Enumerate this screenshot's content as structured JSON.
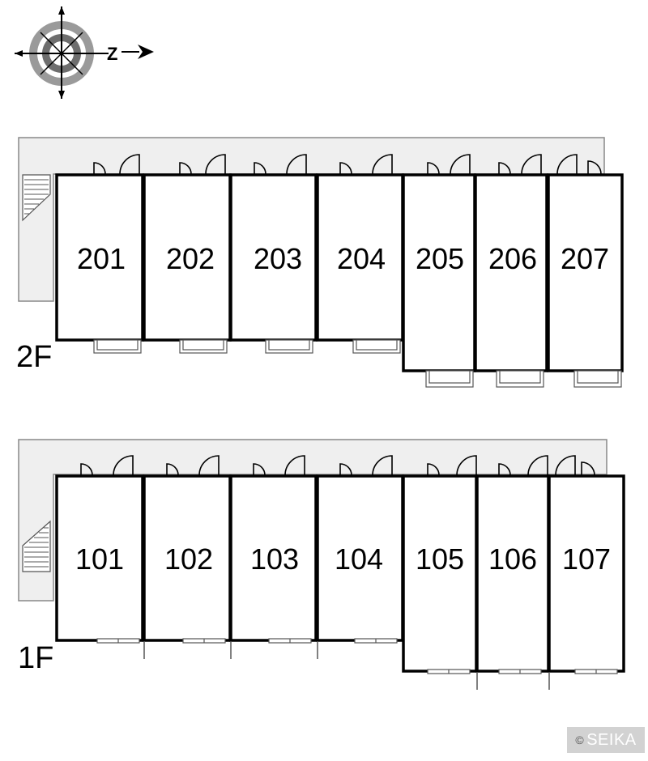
{
  "compass": {
    "direction": "Z"
  },
  "floors": [
    {
      "label": "2F",
      "units": [
        "201",
        "202",
        "203",
        "204",
        "205",
        "206",
        "207"
      ]
    },
    {
      "label": "1F",
      "units": [
        "101",
        "102",
        "103",
        "104",
        "105",
        "106",
        "107"
      ]
    }
  ],
  "credit": {
    "symbol": "©",
    "text": "SEIKA"
  },
  "colors": {
    "walkway": "#efefef",
    "wall": "#000000",
    "credit_bg": "#d2d2d2"
  }
}
